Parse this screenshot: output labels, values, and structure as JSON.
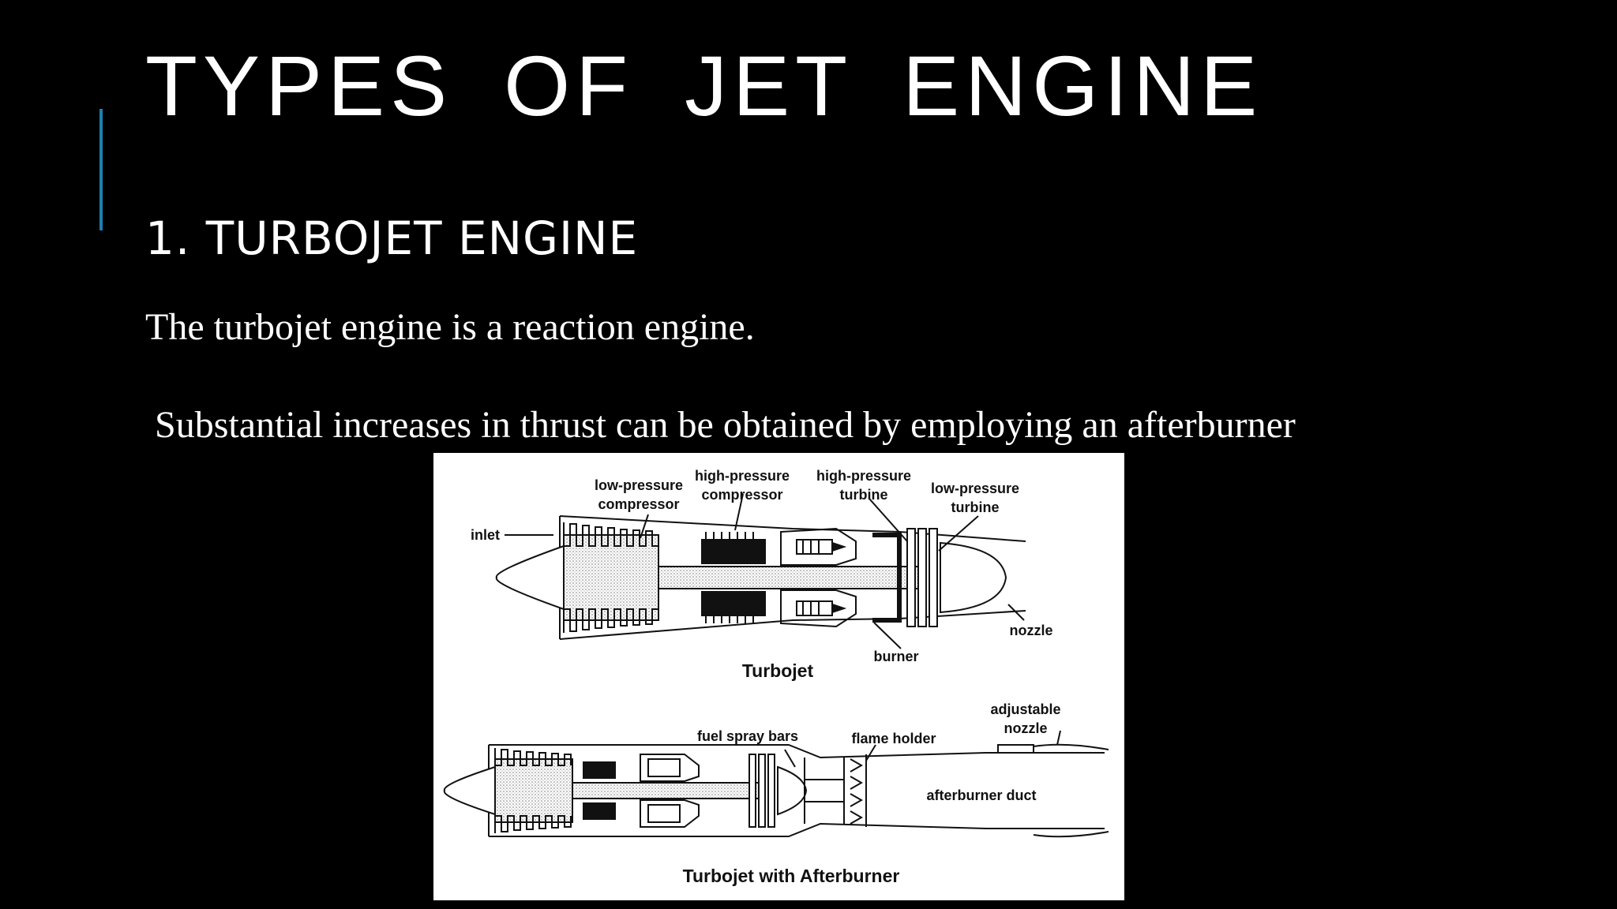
{
  "slide": {
    "title": "TYPES  OF  JET  ENGINE",
    "subtitle": "1. TURBOJET ENGINE",
    "body": [
      "The turbojet engine is a reaction engine.",
      "Substantial increases in thrust can be obtained by employing an afterburner"
    ],
    "accent_color": "#1e7fb0"
  },
  "figure": {
    "turbojet": {
      "caption": "Turbojet",
      "labels": {
        "lpc_1": "low-pressure",
        "lpc_2": "compressor",
        "hpc_1": "high-pressure",
        "hpc_2": "compressor",
        "hpt_1": "high-pressure",
        "hpt_2": "turbine",
        "lpt_1": "low-pressure",
        "lpt_2": "turbine",
        "inlet": "inlet",
        "burner": "burner",
        "nozzle": "nozzle"
      }
    },
    "afterburner": {
      "caption": "Turbojet with Afterburner",
      "labels": {
        "fuel_spray_bars": "fuel spray bars",
        "flame_holder": "flame holder",
        "adj_1": "adjustable",
        "adj_2": "nozzle",
        "duct": "afterburner duct"
      }
    }
  }
}
